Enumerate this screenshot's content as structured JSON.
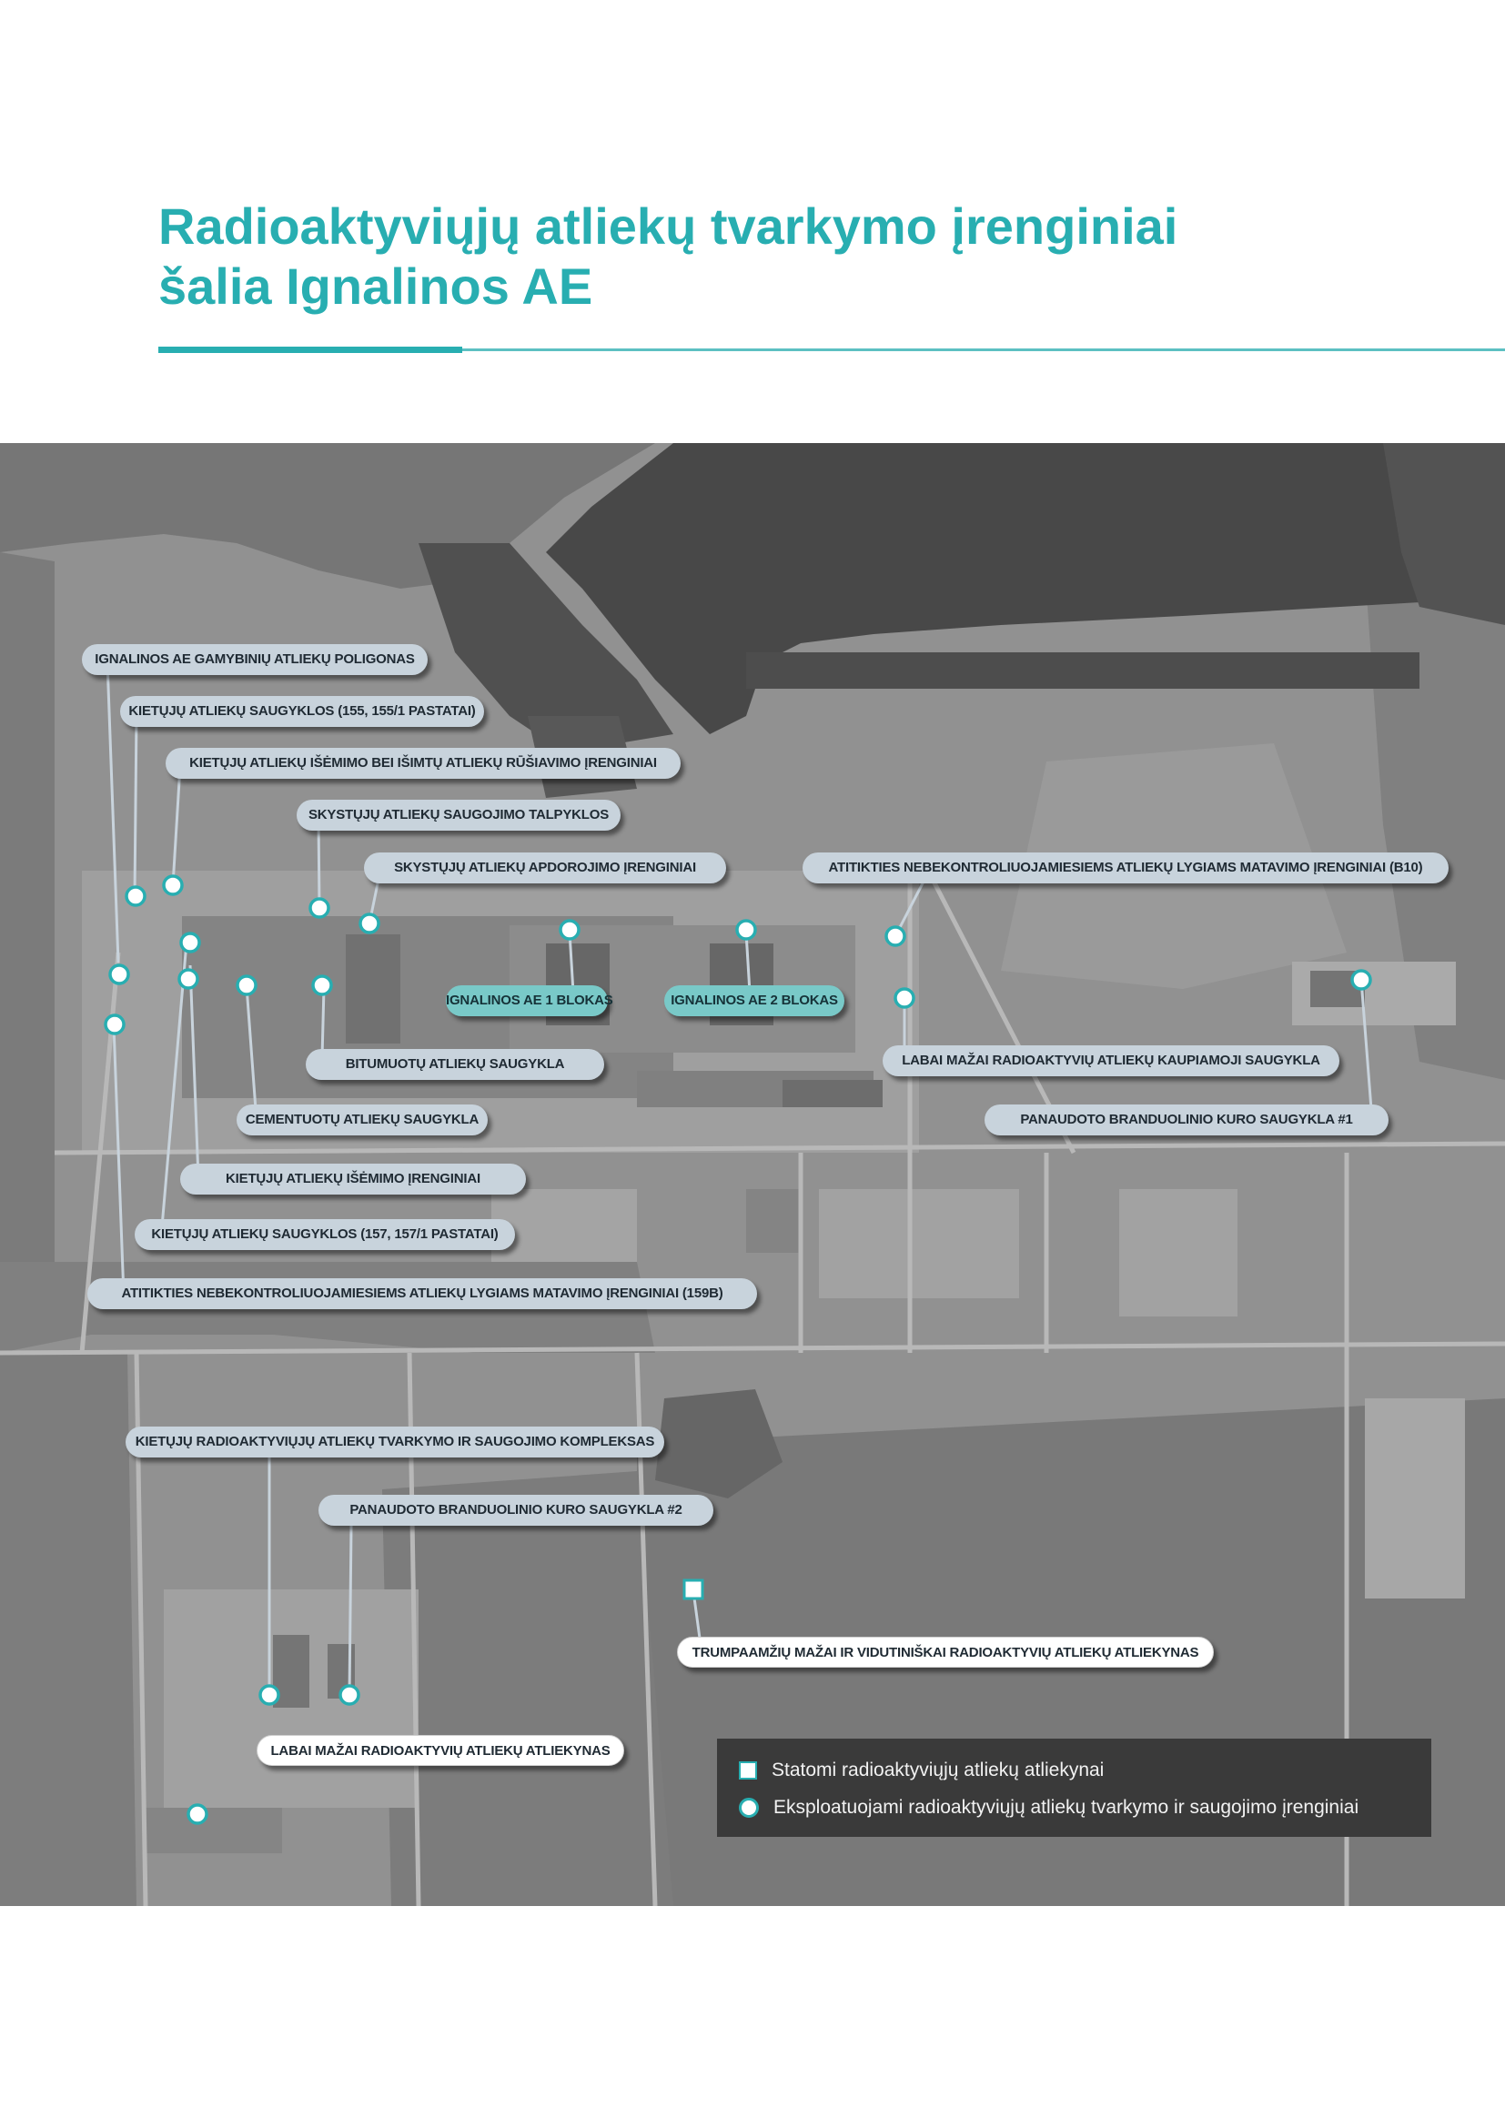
{
  "title": {
    "line1": "Radioaktyviųjų atliekų tvarkymo įrenginiai",
    "line2": "šalia Ignalinos AE"
  },
  "colors": {
    "accent": "#28aeb1",
    "label_fill": "#c8d3dc",
    "unit_label_fill": "#79c9c8",
    "legend_background": "#3a3a3a"
  },
  "map": {
    "labels": {
      "l1": "IGNALINOS AE GAMYBINIŲ ATLIEKŲ POLIGONAS",
      "l2": "KIETŲJŲ ATLIEKŲ SAUGYKLOS (155, 155/1 PASTATAI)",
      "l3": "KIETŲJŲ ATLIEKŲ IŠĖMIMO BEI IŠIMTŲ ATLIEKŲ RŪŠIAVIMO ĮRENGINIAI",
      "l4": "SKYSTŲJŲ ATLIEKŲ SAUGOJIMO TALPYKLOS",
      "l5": "SKYSTŲJŲ ATLIEKŲ APDOROJIMO ĮRENGINIAI",
      "l6": "ATITIKTIES NEBEKONTROLIUOJAMIESIEMS ATLIEKŲ LYGIAMS MATAVIMO  ĮRENGINIAI (B10)",
      "l7": "IGNALINOS AE 1 BLOKAS",
      "l8": "IGNALINOS AE 2 BLOKAS",
      "l9": "BITUMUOTŲ ATLIEKŲ SAUGYKLA",
      "l10": "LABAI MAŽAI RADIOAKTYVIŲ ATLIEKŲ KAUPIAMOJI SAUGYKLA",
      "l11": "CEMENTUOTŲ ATLIEKŲ SAUGYKLA",
      "l12": "PANAUDOTO BRANDUOLINIO KURO SAUGYKLA #1",
      "l13": "KIETŲJŲ ATLIEKŲ IŠĖMIMO ĮRENGINIAI",
      "l14": "KIETŲJŲ ATLIEKŲ SAUGYKLOS (157, 157/1 PASTATAI)",
      "l15": "ATITIKTIES NEBEKONTROLIUOJAMIESIEMS ATLIEKŲ LYGIAMS MATAVIMO ĮRENGINIAI (159B)",
      "l16": "KIETŲJŲ RADIOAKTYVIŲJŲ ATLIEKŲ TVARKYMO IR SAUGOJIMO KOMPLEKSAS",
      "l17": "PANAUDOTO BRANDUOLINIO KURO SAUGYKLA #2",
      "l18": "TRUMPAAMŽIŲ MAŽAI IR VIDUTINIŠKAI RADIOAKTYVIŲ ATLIEKŲ ATLIEKYNAS",
      "l19": "LABAI MAŽAI RADIOAKTYVIŲ ATLIEKŲ ATLIEKYNAS"
    }
  },
  "legend": {
    "items": [
      {
        "symbol": "square-icon",
        "label": "Statomi radioaktyviųjų atliekų atliekynai"
      },
      {
        "symbol": "circle-icon",
        "label": "Eksploatuojami radioaktyviųjų atliekų tvarkymo ir saugojimo įrenginiai"
      }
    ]
  }
}
